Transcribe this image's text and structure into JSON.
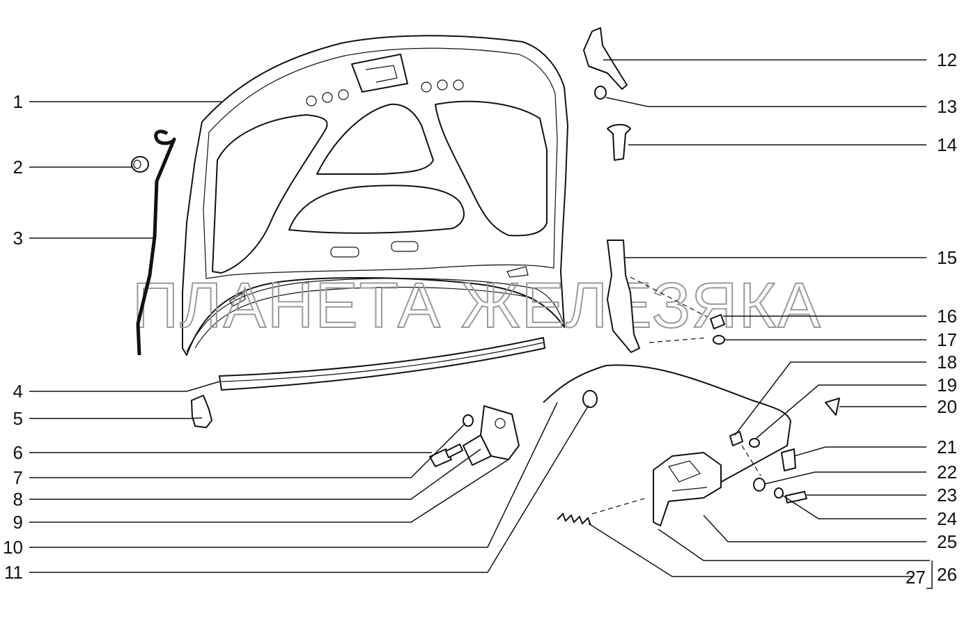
{
  "watermark": "ПЛАНЕТА ЖЕЛЕЗЯКА",
  "callouts": {
    "n1": "1",
    "n2": "2",
    "n3": "3",
    "n4": "4",
    "n5": "5",
    "n6": "6",
    "n7": "7",
    "n8": "8",
    "n9": "9",
    "n10": "10",
    "n11": "11",
    "n12": "12",
    "n13": "13",
    "n14": "14",
    "n15": "15",
    "n16": "16",
    "n17": "17",
    "n18": "18",
    "n19": "19",
    "n20": "20",
    "n21": "21",
    "n22": "22",
    "n23": "23",
    "n24": "24",
    "n25": "25",
    "n26": "26",
    "n27": "27"
  }
}
